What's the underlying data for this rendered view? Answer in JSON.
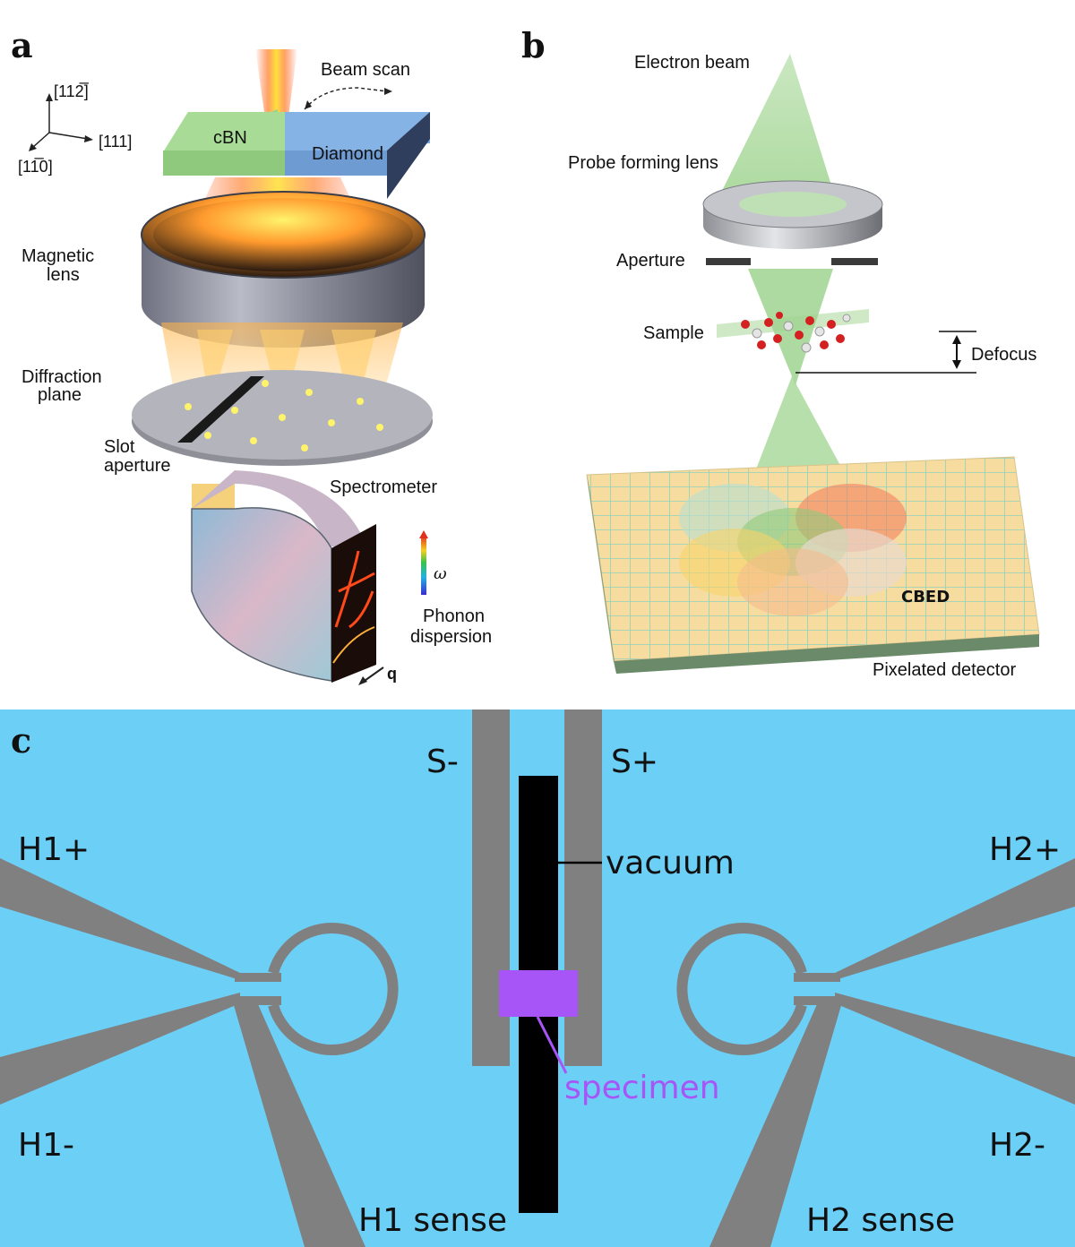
{
  "panel_a": {
    "letter": "a",
    "axes": {
      "up": "[112̅]",
      "right": "[111]",
      "diag": "[11̅0]"
    },
    "beam_scan": "Beam scan",
    "cbn": "cBN",
    "diamond": "Diamond",
    "magnetic_lens": [
      "Magnetic",
      "lens"
    ],
    "diffraction_plane": [
      "Diffraction",
      "plane"
    ],
    "slot_aperture": [
      "Slot",
      "aperture"
    ],
    "spectrometer": "Spectrometer",
    "omega": "ω",
    "phonon_dispersion": [
      "Phonon",
      "dispersion"
    ],
    "q": "q"
  },
  "panel_b": {
    "letter": "b",
    "electron_beam": "Electron beam",
    "probe_forming_lens": "Probe forming lens",
    "aperture": "Aperture",
    "sample": "Sample",
    "defocus": "Defocus",
    "cbed": "CBED",
    "pixelated_detector": "Pixelated detector"
  },
  "panel_c": {
    "letter": "c",
    "s_minus": "S-",
    "s_plus": "S+",
    "h1_plus": "H1+",
    "h2_plus": "H2+",
    "h1_minus": "H1-",
    "h2_minus": "H2-",
    "vacuum": "vacuum",
    "specimen": "specimen",
    "h1_sense": "H1 sense",
    "h2_sense": "H2 sense"
  },
  "colors": {
    "chip_background": "#6ccff6",
    "electrode": "#808080",
    "specimen": "#a855f7",
    "beam_green": "#a8d89a",
    "cbn_green": "#9bd18a",
    "diamond_blue": "#7aa9e0",
    "detector_yellow": "#f7dca0"
  }
}
